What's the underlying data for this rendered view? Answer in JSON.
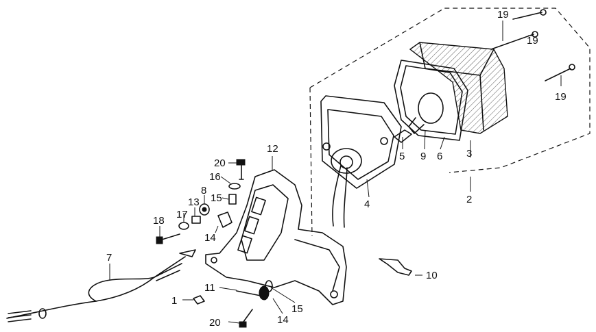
{
  "diagram": {
    "callouts": [
      {
        "id": "c1",
        "text": "1"
      },
      {
        "id": "c2",
        "text": "2"
      },
      {
        "id": "c3",
        "text": "3"
      },
      {
        "id": "c4",
        "text": "4"
      },
      {
        "id": "c5",
        "text": "5"
      },
      {
        "id": "c6",
        "text": "6"
      },
      {
        "id": "c7",
        "text": "7"
      },
      {
        "id": "c8",
        "text": "8"
      },
      {
        "id": "c9",
        "text": "9"
      },
      {
        "id": "c10",
        "text": "10"
      },
      {
        "id": "c11",
        "text": "11"
      },
      {
        "id": "c12",
        "text": "12"
      },
      {
        "id": "c13",
        "text": "13"
      },
      {
        "id": "c14a",
        "text": "14"
      },
      {
        "id": "c14b",
        "text": "14"
      },
      {
        "id": "c15a",
        "text": "15"
      },
      {
        "id": "c15b",
        "text": "15"
      },
      {
        "id": "c16",
        "text": "16"
      },
      {
        "id": "c17",
        "text": "17"
      },
      {
        "id": "c18",
        "text": "18"
      },
      {
        "id": "c19a",
        "text": "19"
      },
      {
        "id": "c19b",
        "text": "19"
      },
      {
        "id": "c19c",
        "text": "19"
      },
      {
        "id": "c20a",
        "text": "20"
      },
      {
        "id": "c20b",
        "text": "20"
      }
    ]
  }
}
